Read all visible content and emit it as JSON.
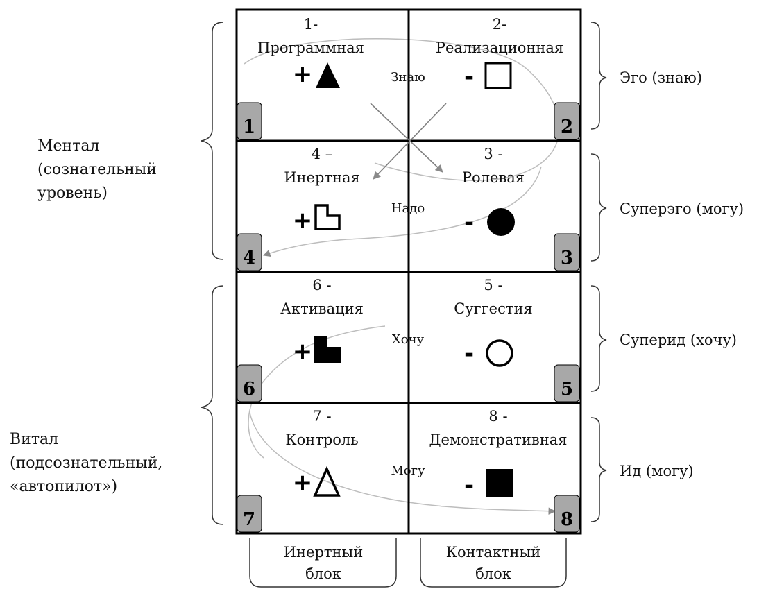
{
  "functions": [
    {
      "num_label": "1-",
      "name": "Программная",
      "sign": "+",
      "shape": "filled-triangle-icon",
      "badge": "1"
    },
    {
      "num_label": "2-",
      "name": "Реализационная",
      "sign": "-",
      "shape": "hollow-square-icon",
      "badge": "2"
    },
    {
      "num_label": "4 –",
      "name": "Инертная",
      "sign": "+",
      "shape": "hollow-l-shape-icon",
      "badge": "4"
    },
    {
      "num_label": "3 -",
      "name": "Ролевая",
      "sign": "-",
      "shape": "filled-circle-icon",
      "badge": "3"
    },
    {
      "num_label": "6 -",
      "name": "Активация",
      "sign": "+",
      "shape": "filled-l-shape-icon",
      "badge": "6"
    },
    {
      "num_label": "5 -",
      "name": "Суггестия",
      "sign": "-",
      "shape": "hollow-circle-icon",
      "badge": "5"
    },
    {
      "num_label": "7 -",
      "name": "Контроль",
      "sign": "+",
      "shape": "hollow-triangle-icon",
      "badge": "7"
    },
    {
      "num_label": "8 -",
      "name": "Демонстративная",
      "sign": "-",
      "shape": "filled-square-icon",
      "badge": "8"
    }
  ],
  "center_words": [
    "Знаю",
    "Надо",
    "Хочу",
    "Могу"
  ],
  "right_labels": [
    "Эго (знаю)",
    "Суперэго (могу)",
    "Суперид (хочу)",
    "Ид (могу)"
  ],
  "left_labels": {
    "mental": [
      "Ментал",
      "(сознательный",
      "уровень)"
    ],
    "vital": [
      "Витал",
      "(подсознательный,",
      "«автопилот»)"
    ]
  },
  "bottom_blocks": {
    "inert": [
      "Инертный",
      "блок"
    ],
    "contact": [
      "Контактный",
      "блок"
    ]
  },
  "colors": {
    "badge_fill": "#a8a8a8",
    "line": "#000000",
    "arrow": "#9a9a9a",
    "bracket": "#333333"
  }
}
